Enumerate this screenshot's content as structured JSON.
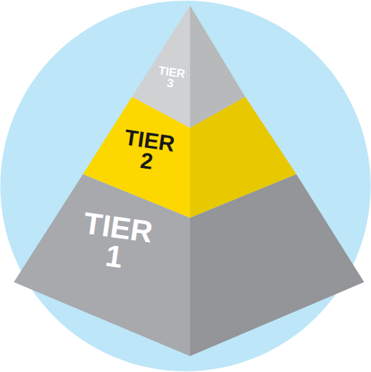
{
  "diagram": {
    "nodes": [
      {
        "text": [
          "TIER 3"
        ]
      },
      {
        "text": [
          "TIER 2"
        ]
      },
      {
        "text": [
          "TIER 1"
        ]
      }
    ]
  }
}
